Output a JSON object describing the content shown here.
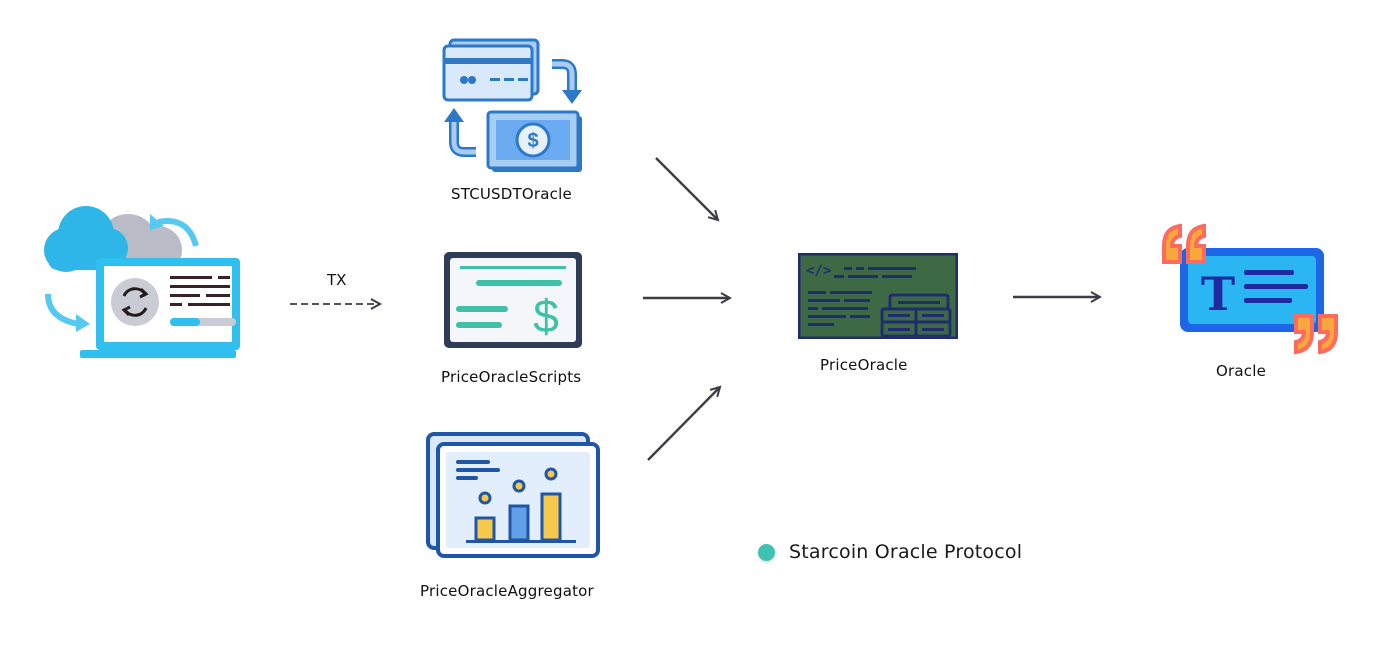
{
  "diagram": {
    "nodes": {
      "client": {
        "icon": "cloud-laptop-sync-icon"
      },
      "stc_usdt_oracle": {
        "label": "STCUSDTOracle",
        "icon": "card-money-exchange-icon"
      },
      "price_oracle_scripts": {
        "label": "PriceOracleScripts",
        "icon": "price-document-icon"
      },
      "price_oracle_aggregator": {
        "label": "PriceOracleAggregator",
        "icon": "bar-chart-dashboard-icon"
      },
      "price_oracle": {
        "label": "PriceOracle",
        "icon": "code-editor-icon"
      },
      "oracle": {
        "label": "Oracle",
        "icon": "quote-text-icon"
      }
    },
    "edges": [
      {
        "from": "client",
        "to": "price_oracle_scripts",
        "label": "TX",
        "style": "dashed"
      },
      {
        "from": "stc_usdt_oracle",
        "to": "price_oracle",
        "style": "solid"
      },
      {
        "from": "price_oracle_scripts",
        "to": "price_oracle",
        "style": "solid"
      },
      {
        "from": "price_oracle_aggregator",
        "to": "price_oracle",
        "style": "solid"
      },
      {
        "from": "price_oracle",
        "to": "oracle",
        "style": "solid"
      }
    ],
    "legend": {
      "label": "Starcoin Oracle Protocol",
      "color": "#3cc3b1"
    }
  }
}
